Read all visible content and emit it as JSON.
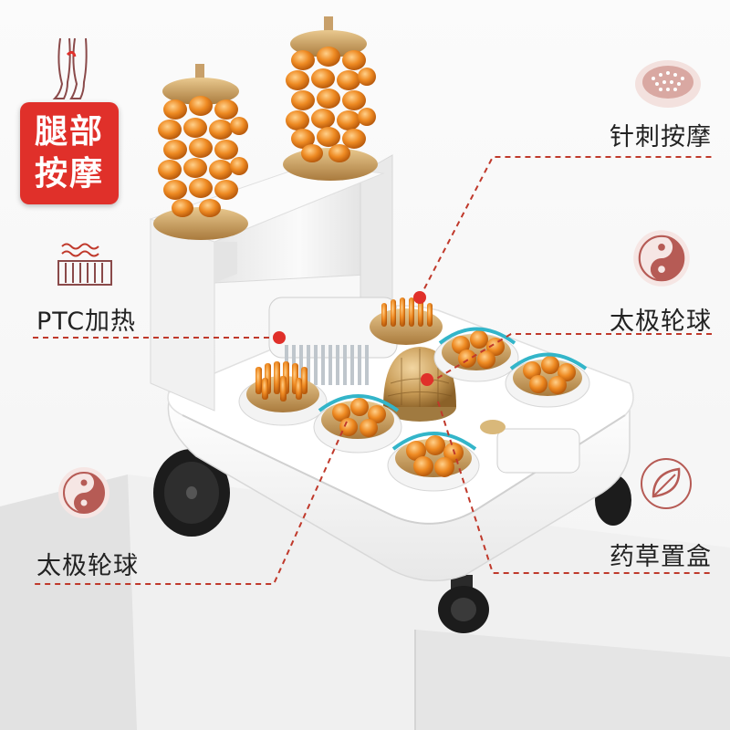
{
  "badge": {
    "line1": "腿部",
    "line2": "按摩"
  },
  "labels": {
    "ptc": "PTC加热",
    "taiji_left": "太极轮球",
    "needle": "针刺按摩",
    "taiji_right": "太极轮球",
    "herb": "药草置盒"
  },
  "icons": [
    "legs-icon",
    "heater-icon",
    "yin-yang-icon",
    "needle-pad-icon",
    "leaf-icon"
  ],
  "colors": {
    "accent": "#e0302a",
    "leader": "#c0392b",
    "nodule": "#e8801e",
    "base": "#c8a06a",
    "teal": "#33b5c9"
  }
}
